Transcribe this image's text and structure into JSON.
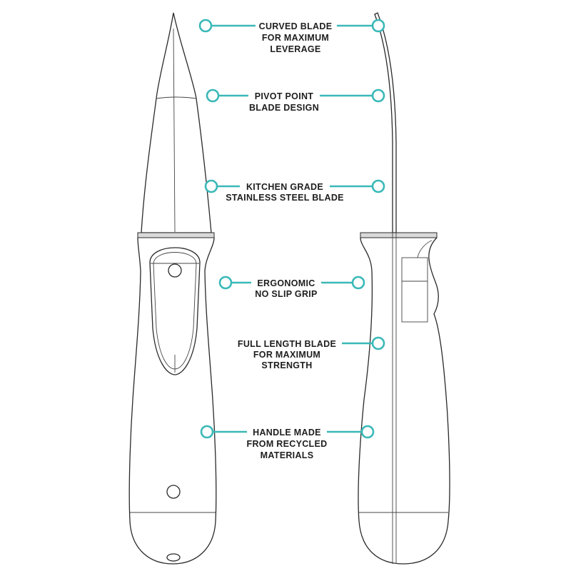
{
  "accent_color": "#3bb8b8",
  "callouts": [
    {
      "lines": [
        "CURVED BLADE",
        "FOR MAXIMUM",
        "LEVERAGE"
      ]
    },
    {
      "lines": [
        "PIVOT POINT",
        "BLADE DESIGN"
      ]
    },
    {
      "lines": [
        "KITCHEN GRADE",
        "STAINLESS STEEL BLADE"
      ]
    },
    {
      "lines": [
        "ERGONOMIC",
        "NO SLIP GRIP"
      ]
    },
    {
      "lines": [
        "FULL LENGTH BLADE",
        "FOR MAXIMUM",
        "STRENGTH"
      ]
    },
    {
      "lines": [
        "HANDLE MADE",
        "FROM RECYCLED",
        "MATERIALS"
      ]
    }
  ]
}
